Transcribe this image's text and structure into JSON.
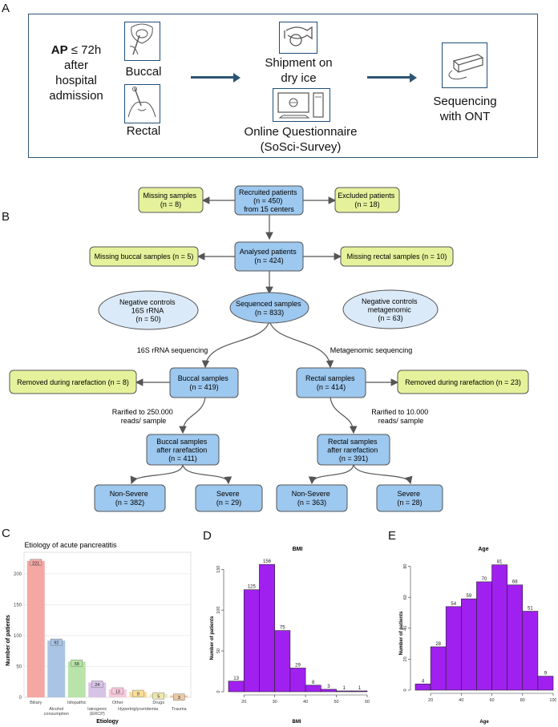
{
  "panels": {
    "a": "A",
    "b": "B",
    "c": "C",
    "d": "D",
    "e": "E"
  },
  "panel_a": {
    "ap_strong": "AP",
    "ap_line1": " ≤ 72h",
    "ap_line2": "after",
    "ap_line3": "hospital",
    "ap_line4": "admission",
    "buccal": "Buccal",
    "rectal": "Rectal",
    "shipment_line1": "Shipment on",
    "shipment_line2": "dry ice",
    "online_line1": "Online Questionnaire",
    "online_line2": "(SoSci-Survey)",
    "seq_line1": "Sequencing",
    "seq_line2": "with ONT",
    "icons": [
      "buccal-swab-icon",
      "rectal-swab-icon",
      "postal-horn-icon",
      "computer-icon",
      "nanopore-sequencer-icon"
    ]
  },
  "flowchart": {
    "recruited": [
      "Recruited patients",
      "(n = 450)",
      "from 15 centers"
    ],
    "missing_samples": [
      "Missing samples",
      "(n = 8)"
    ],
    "excluded": [
      "Excluded patients",
      "(n = 18)"
    ],
    "analysed": [
      "Analysed patients",
      "(n = 424)"
    ],
    "missing_buccal": "Missing buccal samples (n = 5)",
    "missing_rectal": "Missing rectal samples (n = 10)",
    "neg_16s": [
      "Negative controls",
      "16S rRNA",
      "(n = 50)"
    ],
    "sequenced": [
      "Sequenced samples",
      "(n = 833)"
    ],
    "neg_meta": [
      "Negative controls",
      "metagenomic",
      "(n = 63)"
    ],
    "label_16s": "16S rRNA sequencing",
    "label_meta": "Metagenomic sequencing",
    "removed_left": "Removed during rarefaction (n = 8)",
    "buccal": [
      "Buccal samples",
      "(n = 419)"
    ],
    "rectal": [
      "Rectal samples",
      "(n = 414)"
    ],
    "removed_right": "Removed during rarefaction (n = 23)",
    "rarefied_left": [
      "Rarified to 250.000",
      "reads/ sample"
    ],
    "rarefied_right": [
      "Rarified to 10.000",
      "reads/ sample"
    ],
    "buccal_after": [
      "Buccal samples",
      "after rarefaction",
      "(n = 411)"
    ],
    "rectal_after": [
      "Rectal samples",
      "after rarefaction",
      "(n = 391)"
    ],
    "b_nonsevere": [
      "Non-Severe",
      "(n = 382)"
    ],
    "b_severe": [
      "Severe",
      "(n = 29)"
    ],
    "r_nonsevere": [
      "Non-Severe",
      "(n = 363)"
    ],
    "r_severe": [
      "Severe",
      "(n = 28)"
    ],
    "colors": {
      "blue": "#9dc8ef",
      "green": "#e6f29b",
      "light_blue": "#dbeaf8",
      "edge": "#555555"
    }
  },
  "chart_data": [
    {
      "type": "bar",
      "title": "Etiology of acute pancreatitis",
      "xlabel": "Etiology",
      "ylabel": "Number of patients",
      "categories": [
        "Biliary",
        "Alcohol consumption",
        "Idiopathic",
        "Iatrogenic (ERCP)",
        "Other",
        "Hypertriglyceridemia",
        "Drugs",
        "Trauma"
      ],
      "tick_labels": [
        [
          "Biliary"
        ],
        [
          "Alcohol",
          "consumption"
        ],
        [
          "Idiopathic"
        ],
        [
          "Iatrogenic",
          "(ERCP)"
        ],
        [
          "Other"
        ],
        [
          "Hypertriglyceridemia"
        ],
        [
          "Drugs"
        ],
        [
          "Trauma"
        ]
      ],
      "values": [
        221,
        92,
        58,
        24,
        13,
        9,
        5,
        3
      ],
      "ylim": [
        0,
        235
      ],
      "yticks": [
        0,
        50,
        100,
        150,
        200
      ],
      "colors": [
        "#f4a7a3",
        "#a9c4e4",
        "#b8e3a9",
        "#d7c3e6",
        "#f7c9da",
        "#f9dd9b",
        "#ece7b1",
        "#e9c8a4"
      ],
      "grid": true
    },
    {
      "type": "bar",
      "title": "BMI",
      "xlabel": "BMI",
      "ylabel": "Number of patients",
      "bins": [
        15,
        20,
        25,
        30,
        35,
        40,
        45,
        50,
        55,
        60
      ],
      "values": [
        13,
        125,
        156,
        75,
        29,
        8,
        3,
        1,
        1
      ],
      "xticks": [
        20,
        30,
        40,
        50,
        60
      ],
      "yticks": [
        0,
        50,
        100,
        150
      ],
      "xlim": [
        15,
        60
      ],
      "ylim": [
        0,
        165
      ],
      "color": "#a020f0"
    },
    {
      "type": "bar",
      "title": "Age",
      "xlabel": "Age",
      "ylabel": "Number of patients",
      "bins": [
        10,
        20,
        30,
        40,
        50,
        60,
        70,
        80,
        90,
        100
      ],
      "values": [
        4,
        28,
        54,
        59,
        70,
        81,
        68,
        51,
        9
      ],
      "xticks": [
        20,
        40,
        60,
        80,
        100
      ],
      "yticks": [
        0,
        20,
        40,
        60,
        80
      ],
      "xlim": [
        10,
        100
      ],
      "ylim": [
        0,
        86
      ],
      "color": "#a020f0"
    }
  ]
}
